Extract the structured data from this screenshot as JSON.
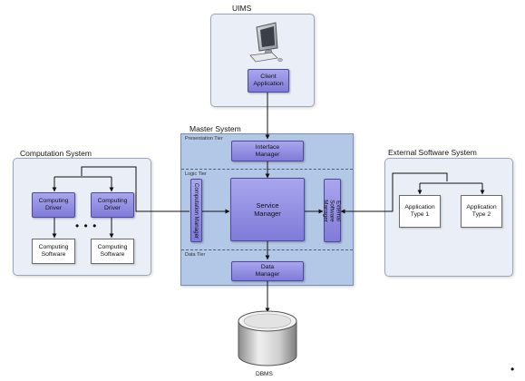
{
  "uims": {
    "title": "UIMS",
    "client_application": "Client Application"
  },
  "master_system": {
    "title": "Master System",
    "tiers": {
      "presentation": "Presentation Tier",
      "logic": "Logic Tier",
      "data": "Data Tier"
    },
    "interface_manager": "Interface Manager",
    "service_manager": "Service Manager",
    "computation_manager": "Computation Manager",
    "external_software_manager": "External Software Manager",
    "data_manager": "Data Manager"
  },
  "computation_system": {
    "title": "Computation System",
    "drivers": [
      "Computing Driver",
      "Computing Driver"
    ],
    "software": [
      "Computing Software",
      "Computing Software"
    ],
    "ellipsis": "• • •"
  },
  "external_software_system": {
    "title": "External Software System",
    "applications": [
      "Application Type 1",
      "Application Type 2"
    ]
  },
  "database": {
    "label": "DBMS",
    "icon": "database-cylinder-icon"
  },
  "colors": {
    "master_fill": "#b3c7e6",
    "component_fill": "#8e8ae3",
    "panel_fill": "#eaeff7"
  },
  "stray_mark": "•"
}
